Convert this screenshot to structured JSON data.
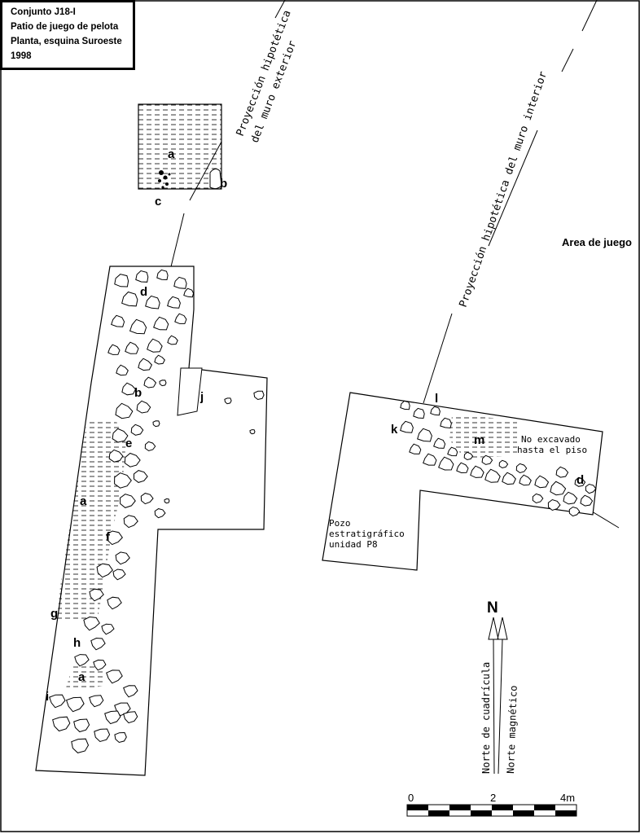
{
  "title": {
    "line1": "Conjunto J18-I",
    "line2": "Patio de juego de pelota",
    "line3": "Planta, esquina Suroeste",
    "line4": "1998"
  },
  "projections": {
    "exterior_line1": "Proyección hipotética",
    "exterior_line2": "del muro exterior",
    "interior": "Proyección hipotética del muro interior"
  },
  "area_label": "Area de juego",
  "letters": {
    "a_top": "a",
    "b_top": "b",
    "c": "c",
    "d_left": "d",
    "b_mid": "b",
    "j": "j",
    "e": "e",
    "a_mid": "a",
    "f": "f",
    "g": "g",
    "h": "h",
    "a_low": "a",
    "i": "i",
    "l": "l",
    "k": "k",
    "m": "m",
    "d_right": "d"
  },
  "notes": {
    "no_excavado_1": "No excavado",
    "no_excavado_2": "hasta el piso",
    "pozo_1": "Pozo",
    "pozo_2": "estratigráfico",
    "pozo_3": "unidad P8"
  },
  "north": {
    "symbol": "N",
    "grid": "Norte de cuadrícula",
    "magnetic": "Norte magnético"
  },
  "scale_bar": {
    "label_0": "0",
    "label_2": "2",
    "label_4": "4m"
  },
  "colors": {
    "ink": "#000000",
    "paper": "#ffffff"
  }
}
